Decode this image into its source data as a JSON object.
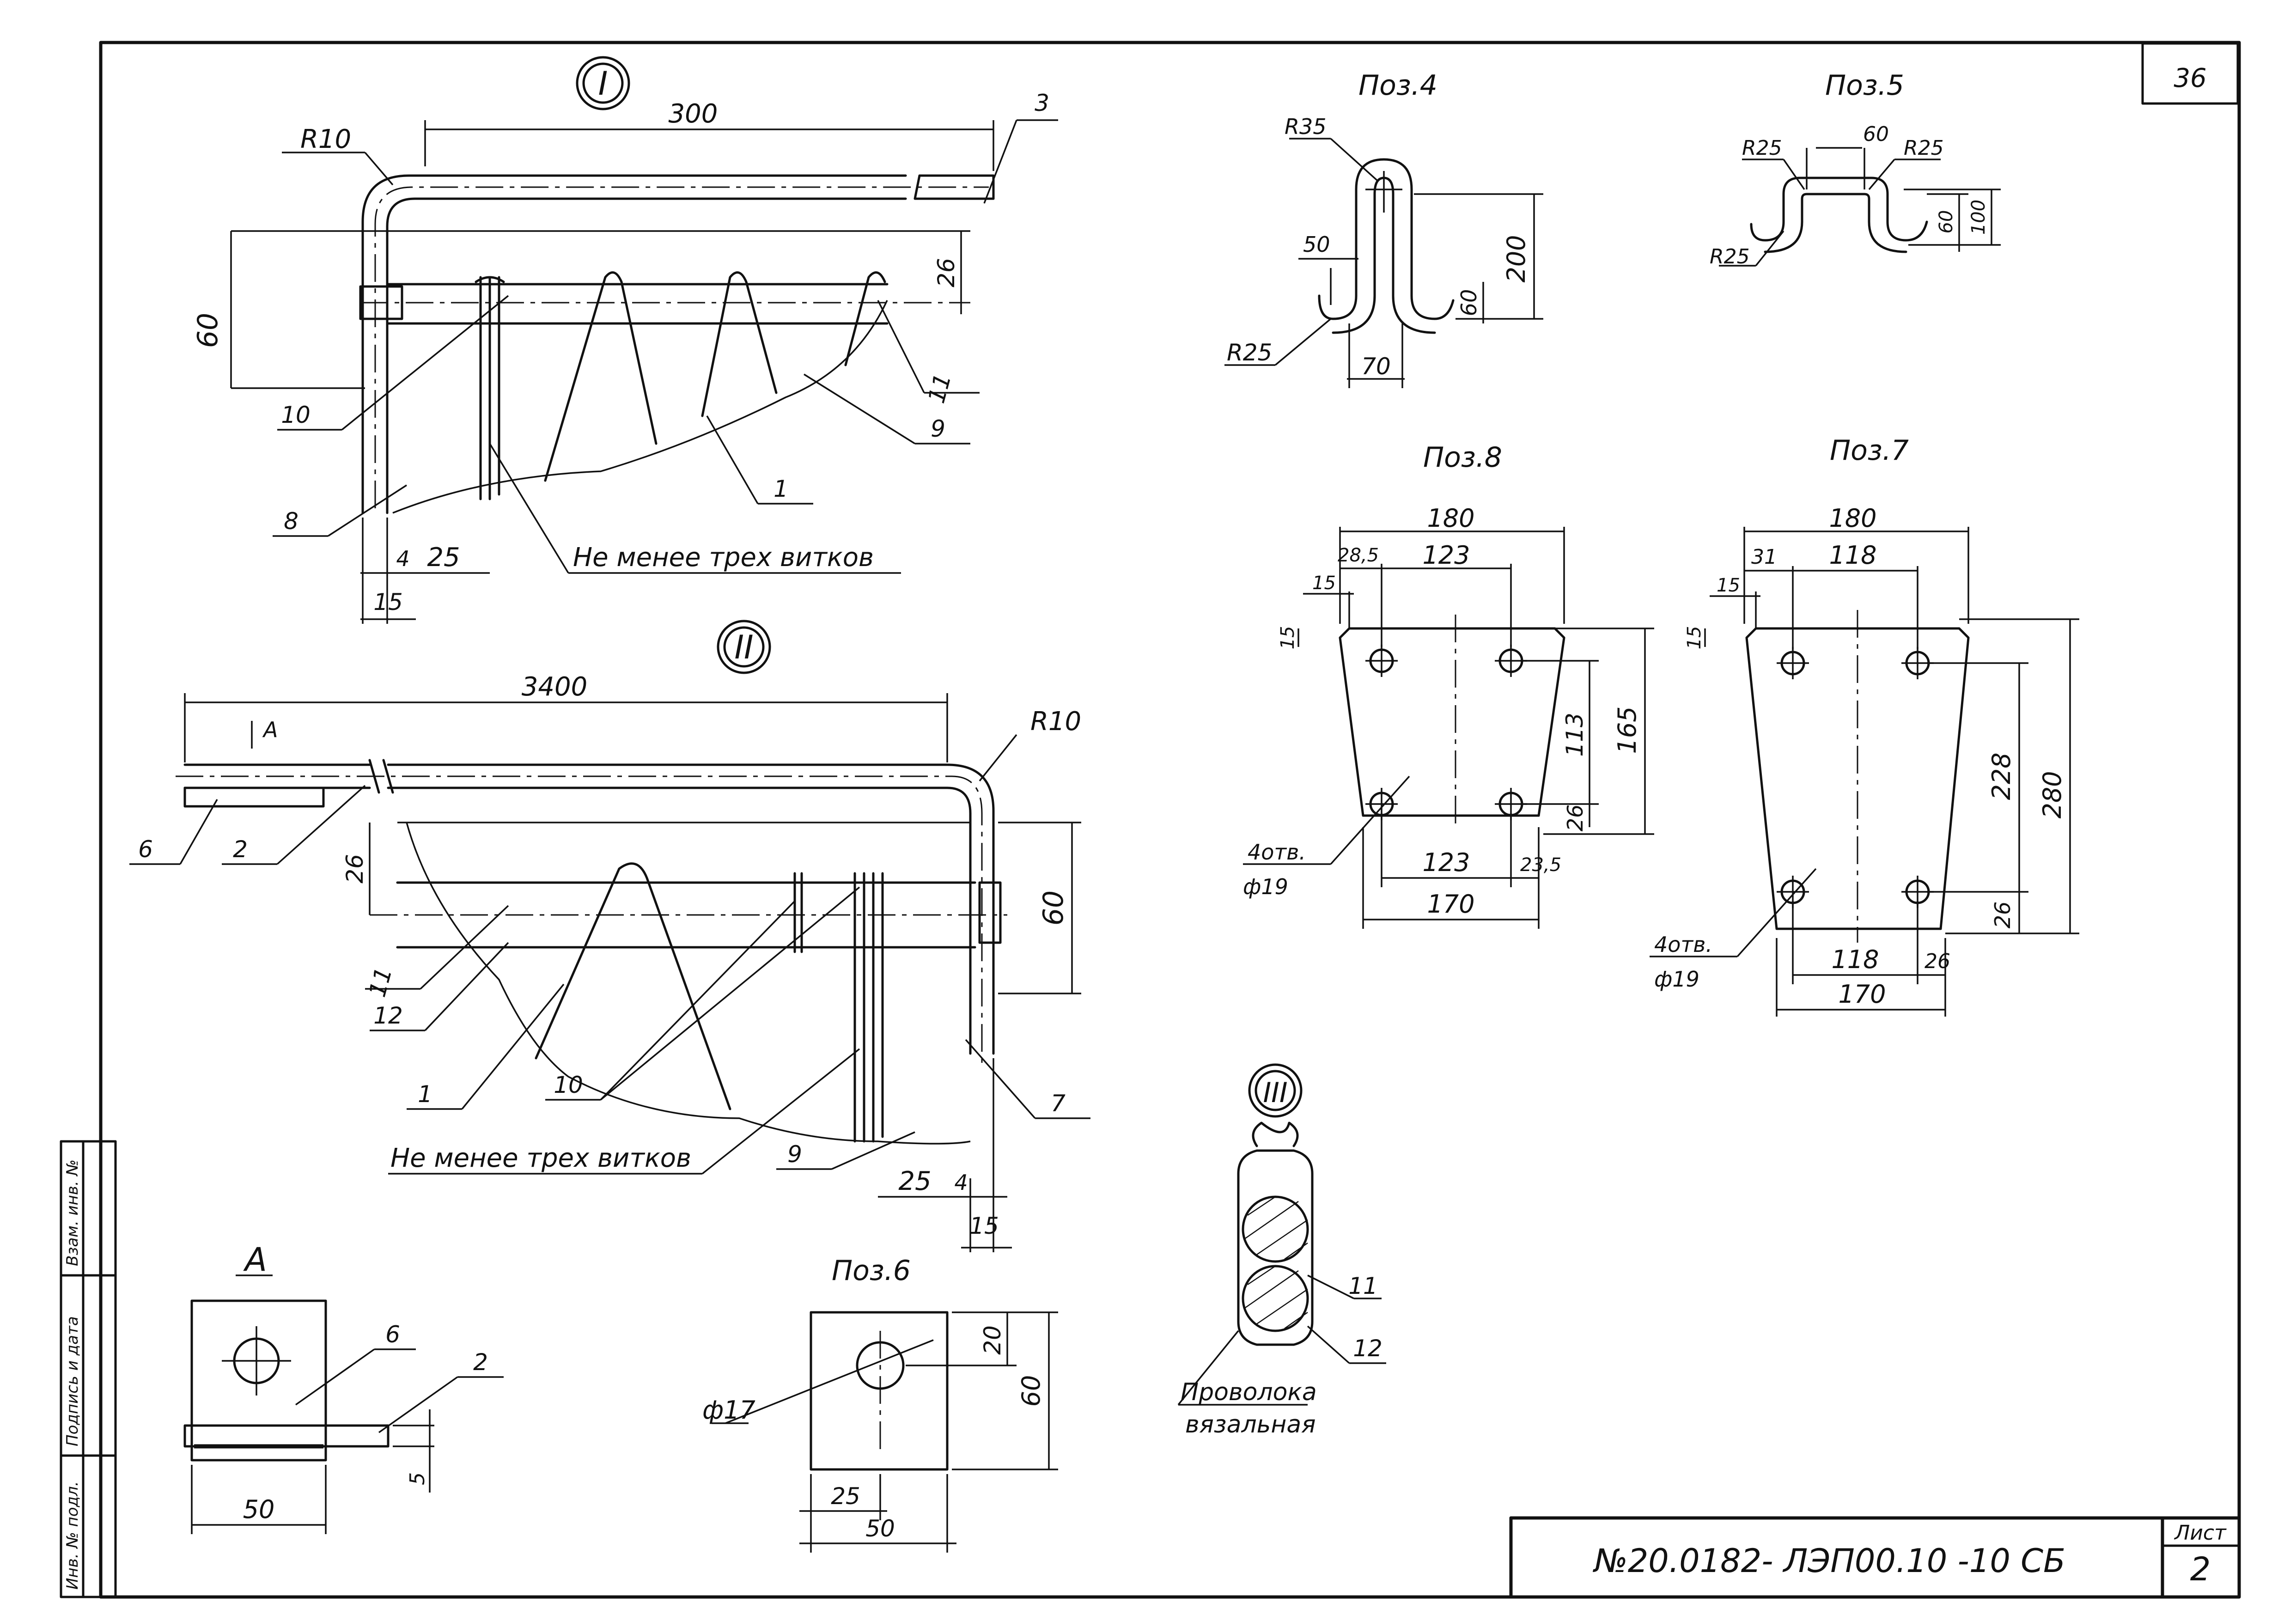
{
  "sheet": {
    "page_corner_label": "36",
    "title_block_code": "№20.0182- ЛЭП00.10 -10 СБ",
    "sheet_label": "Лист",
    "sheet_number": "2",
    "side_stamp": [
      "Инв. № подл.",
      "Подпись и дата",
      "Взам. инв. №"
    ]
  },
  "view_I": {
    "marker": "I",
    "dims": {
      "length": "300",
      "radius": "R10",
      "height": "60",
      "offset": "26",
      "a": "4",
      "b": "25",
      "c": "15"
    },
    "callouts": [
      "3",
      "10",
      "11",
      "9",
      "1",
      "8"
    ],
    "note": "Не менее трех витков"
  },
  "view_II": {
    "marker": "II",
    "dims": {
      "length": "3400",
      "radius": "R10",
      "height": "60",
      "offset": "26",
      "a": "25",
      "b": "4",
      "c": "15"
    },
    "section_mark": "А",
    "callouts": [
      "6",
      "2",
      "11",
      "12",
      "1",
      "10",
      "7",
      "9"
    ],
    "note": "Не менее трех витков"
  },
  "pos4": {
    "title": "Поз.4",
    "dims": [
      "R35",
      "50",
      "200",
      "60",
      "R25",
      "70"
    ]
  },
  "pos5": {
    "title": "Поз.5",
    "dims": [
      "R25",
      "60",
      "R25",
      "60",
      "100",
      "R25"
    ]
  },
  "pos8": {
    "title": "Поз.8",
    "dims": {
      "top": "180",
      "hole_span_top": "123",
      "edge": "28,5",
      "chamfer_h": "15",
      "chamfer_v": "15",
      "h_inner": "113",
      "h_total": "165",
      "bottom_edge": "26",
      "hole_span_bottom": "123",
      "right_edge": "23,5",
      "bottom": "170"
    },
    "holes": "4отв.",
    "hole_dia": "ф19"
  },
  "pos7": {
    "title": "Поз.7",
    "dims": {
      "top": "180",
      "hole_span_top": "118",
      "edge": "31",
      "chamfer_h": "15",
      "chamfer_v": "15",
      "h_inner": "228",
      "h_total": "280",
      "bottom_edge": "26",
      "hole_span_bottom": "118",
      "right_edge": "26",
      "bottom": "170"
    },
    "holes": "4отв.",
    "hole_dia": "ф19"
  },
  "view_A": {
    "title": "А",
    "callouts": [
      "6",
      "2"
    ],
    "dims": [
      "50",
      "5"
    ]
  },
  "pos6": {
    "title": "Поз.6",
    "dims": [
      "ф17",
      "20",
      "60",
      "25",
      "50"
    ]
  },
  "view_III": {
    "marker": "III",
    "callouts": [
      "11",
      "12"
    ],
    "note_line1": "Проволока",
    "note_line2": "вязальная"
  }
}
